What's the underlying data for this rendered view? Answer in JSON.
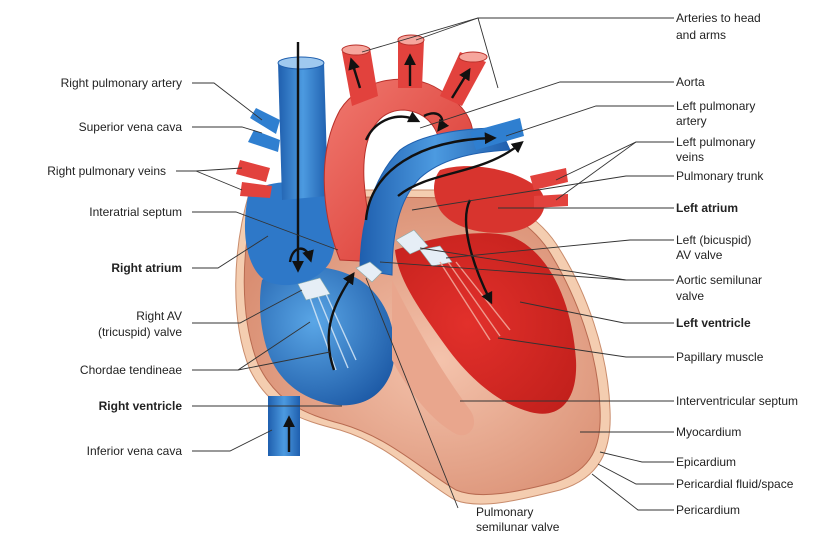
{
  "labels_left": [
    {
      "key": "rpa",
      "text": "Right pulmonary artery",
      "bold": false
    },
    {
      "key": "svc",
      "text": "Superior vena cava",
      "bold": false
    },
    {
      "key": "rpv",
      "text": "Right pulmonary veins",
      "bold": false
    },
    {
      "key": "ias",
      "text": "Interatrial septum",
      "bold": false
    },
    {
      "key": "ra",
      "text": "Right atrium",
      "bold": true
    },
    {
      "key": "rav1",
      "text": "Right AV",
      "bold": false
    },
    {
      "key": "rav2",
      "text": "(tricuspid) valve",
      "bold": false
    },
    {
      "key": "ct",
      "text": "Chordae tendineae",
      "bold": false
    },
    {
      "key": "rv",
      "text": "Right ventricle",
      "bold": true
    },
    {
      "key": "ivc",
      "text": "Inferior vena cava",
      "bold": false
    }
  ],
  "labels_right": [
    {
      "key": "ath1",
      "text": "Arteries to head",
      "bold": false
    },
    {
      "key": "ath2",
      "text": "and arms",
      "bold": false
    },
    {
      "key": "aorta",
      "text": "Aorta",
      "bold": false
    },
    {
      "key": "lpa1",
      "text": "Left pulmonary",
      "bold": false
    },
    {
      "key": "lpa2",
      "text": "artery",
      "bold": false
    },
    {
      "key": "lpv1",
      "text": "Left pulmonary",
      "bold": false
    },
    {
      "key": "lpv2",
      "text": "veins",
      "bold": false
    },
    {
      "key": "pt",
      "text": "Pulmonary trunk",
      "bold": false
    },
    {
      "key": "la",
      "text": "Left atrium",
      "bold": true
    },
    {
      "key": "lav1",
      "text": "Left (bicuspid)",
      "bold": false
    },
    {
      "key": "lav2",
      "text": "AV valve",
      "bold": false
    },
    {
      "key": "asv1",
      "text": "Aortic semilunar",
      "bold": false
    },
    {
      "key": "asv2",
      "text": "valve",
      "bold": false
    },
    {
      "key": "lv",
      "text": "Left ventricle",
      "bold": true
    },
    {
      "key": "pm",
      "text": "Papillary muscle",
      "bold": false
    },
    {
      "key": "ivs",
      "text": "Interventricular septum",
      "bold": false
    },
    {
      "key": "myo",
      "text": "Myocardium",
      "bold": false
    },
    {
      "key": "epi",
      "text": "Epicardium",
      "bold": false
    },
    {
      "key": "pfs",
      "text": "Pericardial fluid/space",
      "bold": false
    },
    {
      "key": "peri",
      "text": "Pericardium",
      "bold": false
    }
  ],
  "labels_bottom": [
    {
      "key": "psv1",
      "text": "Pulmonary",
      "bold": false
    },
    {
      "key": "psv2",
      "text": "semilunar valve",
      "bold": false
    }
  ],
  "colors": {
    "deoxygenated": "#2f7fd0",
    "deoxygenated_light": "#7fb8ec",
    "oxygenated": "#e2423d",
    "oxygenated_light": "#f08a7e",
    "myocardium": "#e8a98f",
    "myocardium_dark": "#c9735b",
    "pericardium": "#f3c9a8",
    "valve": "#dce8f2",
    "leader": "#333333",
    "flow_arrow": "#111111"
  }
}
